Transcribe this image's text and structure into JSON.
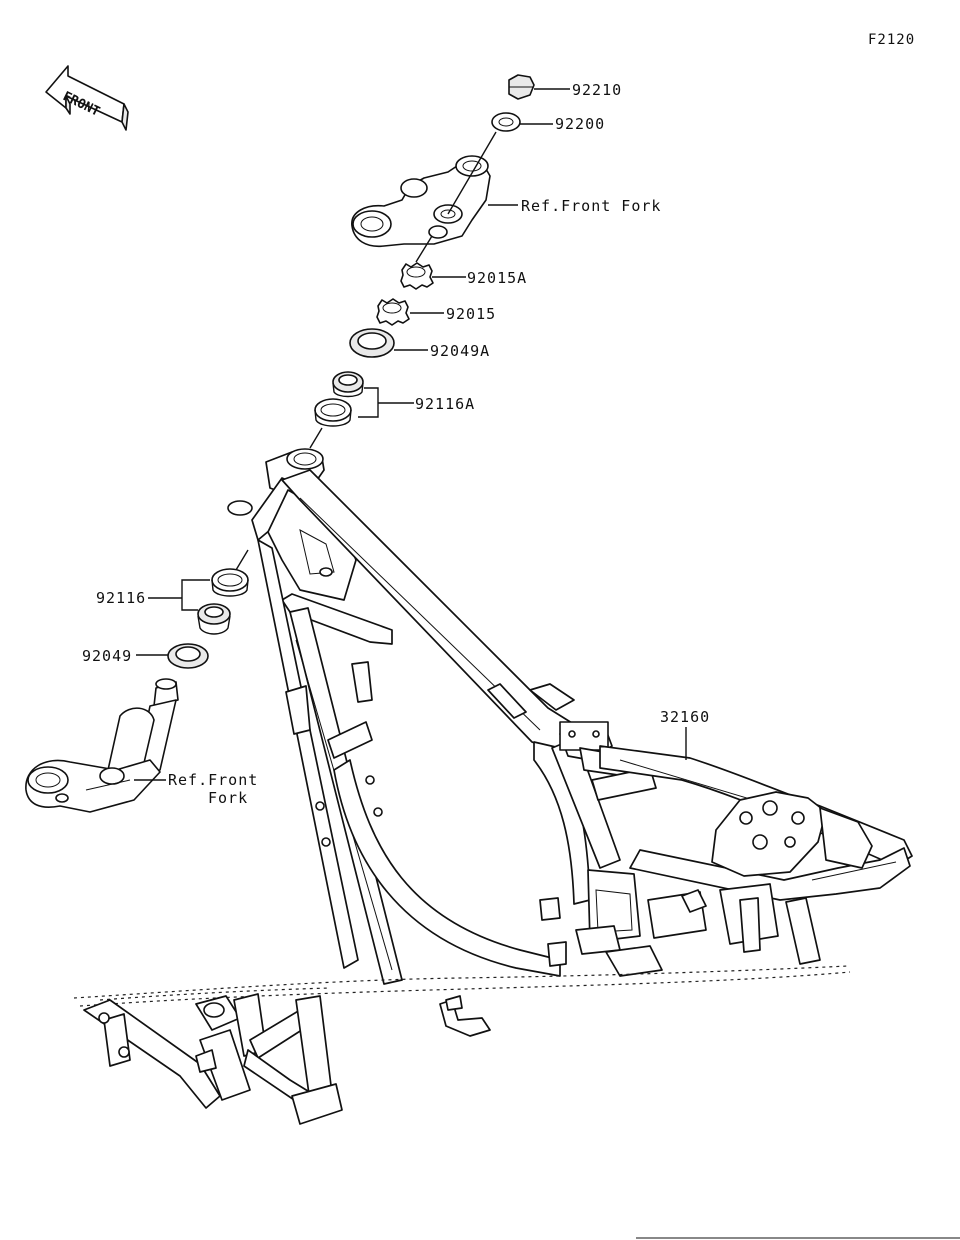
{
  "figure_code": "F2120",
  "front_arrow": {
    "text": "FRONT"
  },
  "parts": [
    {
      "id": "p-92210",
      "label": "92210"
    },
    {
      "id": "p-92200",
      "label": "92200"
    },
    {
      "id": "p-ref-top",
      "label": "Ref.Front Fork"
    },
    {
      "id": "p-92015A",
      "label": "92015A"
    },
    {
      "id": "p-92015",
      "label": "92015"
    },
    {
      "id": "p-92049A",
      "label": "92049A"
    },
    {
      "id": "p-92116A",
      "label": "92116A"
    },
    {
      "id": "p-92116",
      "label": "92116"
    },
    {
      "id": "p-92049",
      "label": "92049"
    },
    {
      "id": "p-ref-bottom",
      "label": "Ref.Front",
      "label2": "Fork"
    },
    {
      "id": "p-32160",
      "label": "32160"
    }
  ]
}
